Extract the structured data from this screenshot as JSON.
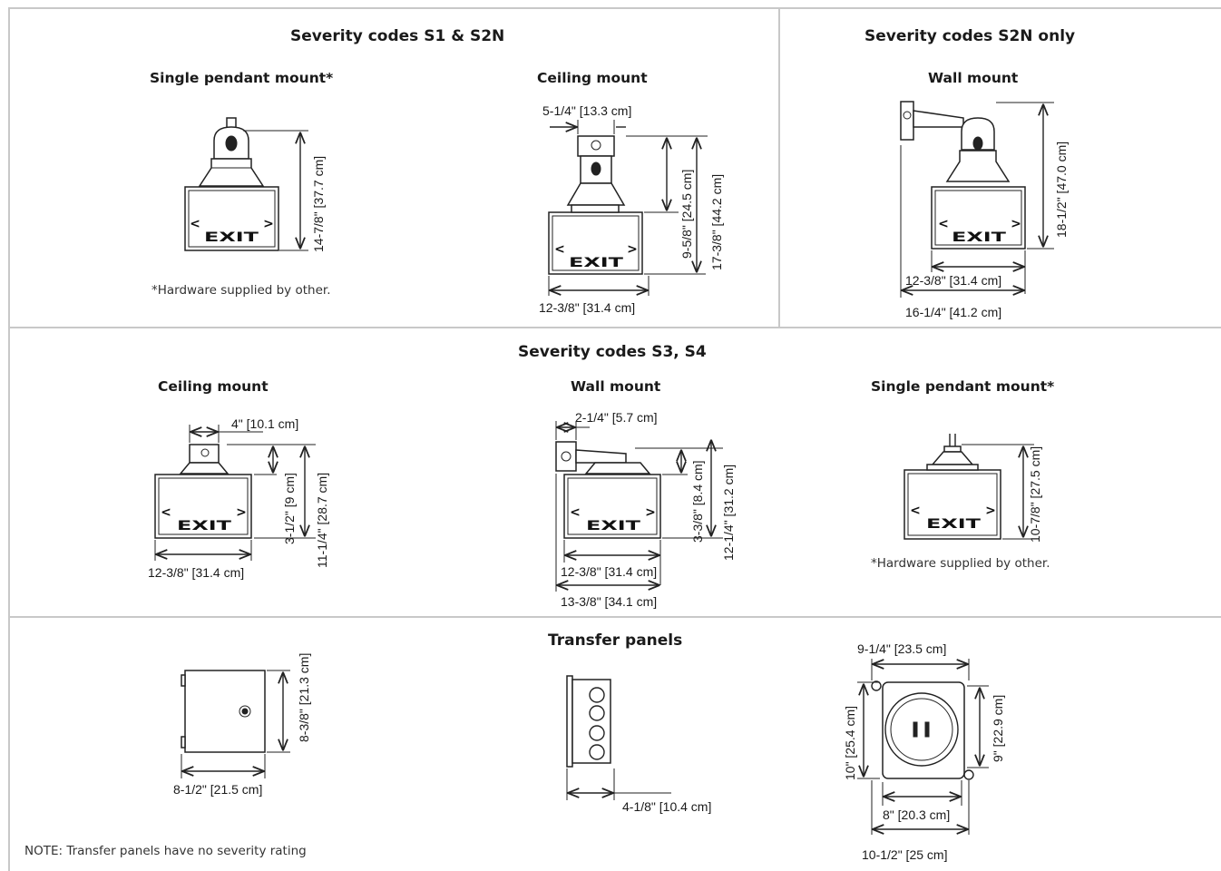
{
  "sections": {
    "s1_s2n": {
      "title": "Severity codes S1 & S2N",
      "pendant": {
        "title": "Single pendant mount*",
        "height": "14-7/8\" [37.7 cm]",
        "note": "*Hardware supplied by other."
      },
      "ceiling": {
        "title": "Ceiling mount",
        "top_width": "5-1/4\" [13.3 cm]",
        "height_short": "9-5/8\" [24.5 cm]",
        "height_total": "17-3/8\" [44.2 cm]",
        "width": "12-3/8\" [31.4 cm]"
      }
    },
    "s2n_only": {
      "title": "Severity codes S2N only",
      "wall": {
        "title": "Wall mount",
        "height": "18-1/2\" [47.0 cm]",
        "width": "12-3/8\" [31.4 cm]",
        "depth": "16-1/4\" [41.2 cm]"
      }
    },
    "s3_s4": {
      "title": "Severity codes S3, S4",
      "ceiling": {
        "title": "Ceiling mount",
        "top": "4\" [10.1 cm]",
        "height_short": "3-1/2\" [9 cm]",
        "height_total": "11-1/4\" [28.7 cm]",
        "width": "12-3/8\" [31.4 cm]"
      },
      "wall": {
        "title": "Wall mount",
        "top": "2-1/4\" [5.7 cm]",
        "height_short": "3-3/8\" [8.4 cm]",
        "height_total": "12-1/4\" [31.2 cm]",
        "width": "12-3/8\" [31.4 cm]",
        "depth": "13-3/8\" [34.1 cm]"
      },
      "pendant": {
        "title": "Single pendant mount*",
        "height": "10-7/8\" [27.5 cm]",
        "note": "*Hardware supplied by other."
      }
    },
    "transfer": {
      "title": "Transfer panels",
      "box": {
        "height": "8-3/8\" [21.3 cm]",
        "width": "8-1/2\" [21.5 cm]"
      },
      "side": {
        "depth": "4-1/8\" [10.4 cm]"
      },
      "round": {
        "top_width": "9-1/4\" [23.5 cm]",
        "height_left": "10\" [25.4 cm]",
        "height_right": "9\" [22.9 cm]",
        "inner_width": "8\" [20.3 cm]",
        "outer_width": "10-1/2\" [25 cm]"
      },
      "note": "NOTE: Transfer panels have no severity rating"
    }
  },
  "sign": {
    "text": "EXIT",
    "left_chevron": "<",
    "right_chevron": ">"
  }
}
